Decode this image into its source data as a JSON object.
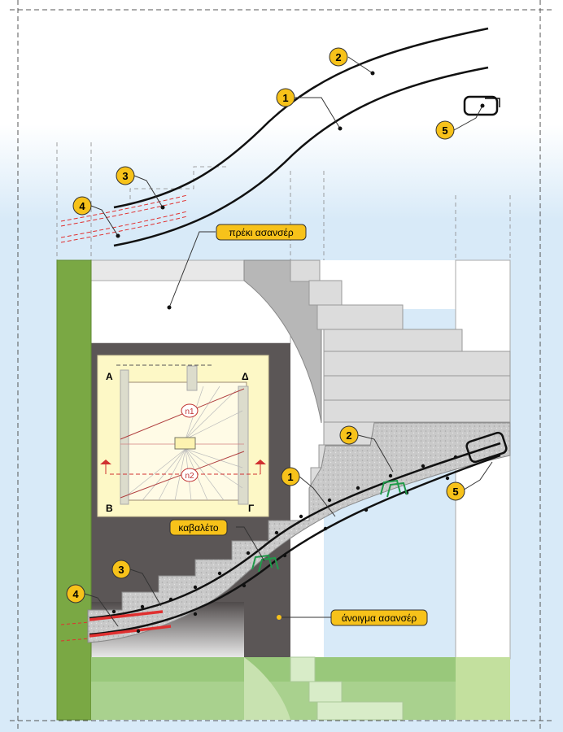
{
  "callouts": {
    "top": [
      "1",
      "2",
      "3",
      "4",
      "5"
    ],
    "section": [
      "1",
      "2",
      "3",
      "4",
      "5"
    ]
  },
  "labels": {
    "lintel": "πρέκι ασανσέρ",
    "trestle": "καβαλέτο",
    "elevator_opening": "άνοιγμα ασανσέρ"
  },
  "plan": {
    "corners": {
      "a": "Α",
      "d": "Δ",
      "b": "Β",
      "g": "Γ"
    },
    "sections": [
      "n1",
      "n2"
    ]
  },
  "colors": {
    "callout_fill": "#f7c21a",
    "wall_green": "#7aa844",
    "ground_green": "#a9d18e",
    "dark_wall": "#5b5656",
    "sky": "#d8eaf8",
    "plan_bg": "#fdf8c6",
    "rebar_red": "#e03030",
    "stirrup_green": "#1f9a4a"
  }
}
